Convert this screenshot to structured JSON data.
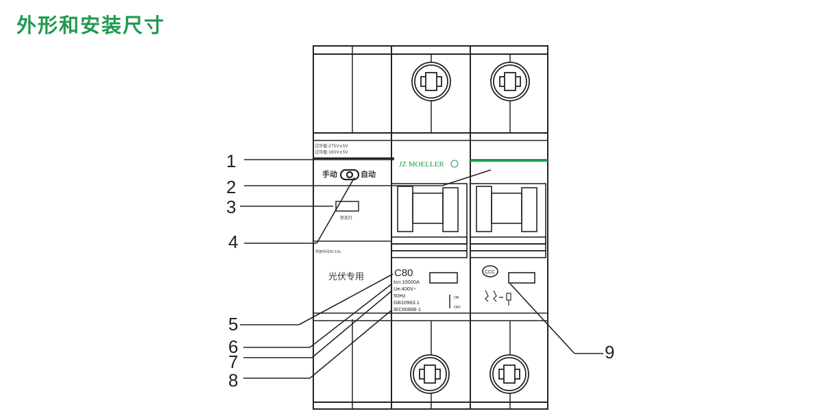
{
  "title": "外形和安装尺寸",
  "colors": {
    "title": "#1e9a4e",
    "brand": "#1e9a4e",
    "accent_bar": "#16a04a",
    "line": "#222222"
  },
  "device": {
    "surge_module": {
      "overvoltage_line1": "过压值:275V±5V",
      "overvoltage_line2": "过压值:165V±5V",
      "mode_manual": "手动",
      "mode_auto": "自动",
      "status_light_label": "状态灯",
      "recovery_time": "恢复时间30-10s",
      "pv_label": "光伏专用"
    },
    "breaker": {
      "brand": "JZ MOELLER",
      "rating": "C80",
      "icn": "Icn:10000A",
      "ue": "Ue:400V~",
      "freq": "50Hz",
      "std1": "GB10963.1",
      "std2": "IEC60898-1",
      "on_label": "ON",
      "off_label": "OFF",
      "cert_mark": "CCC"
    }
  },
  "callouts": [
    {
      "num": "1"
    },
    {
      "num": "2"
    },
    {
      "num": "3"
    },
    {
      "num": "4"
    },
    {
      "num": "5"
    },
    {
      "num": "6"
    },
    {
      "num": "7"
    },
    {
      "num": "8"
    },
    {
      "num": "9"
    }
  ]
}
